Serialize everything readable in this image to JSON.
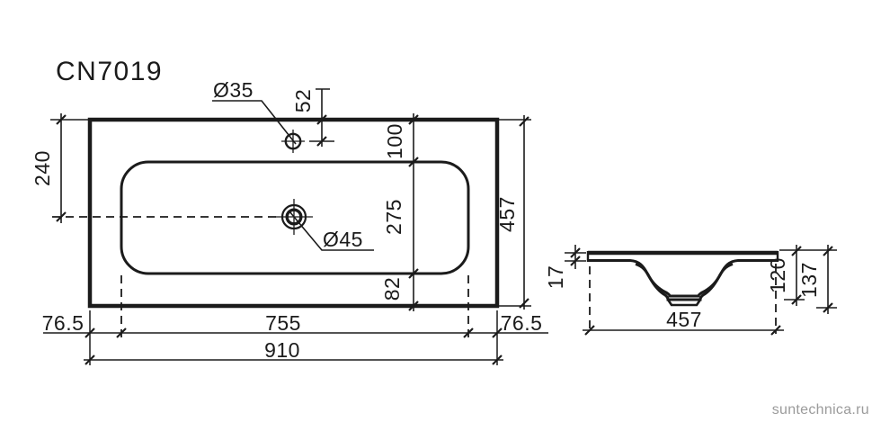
{
  "title": "CN7019",
  "watermark": "suntechnica.ru",
  "colors": {
    "line": "#1b1b1b",
    "background": "#ffffff",
    "watermark": "#9b9b9b"
  },
  "top_view": {
    "faucet_hole_label": "Ø35",
    "drain_hole_label": "Ø45",
    "dims": {
      "faucet_from_top_edge": "52",
      "drain_center_from_top_edge": "240",
      "top_edge_to_basin": "100",
      "basin_inner_depth": "275",
      "basin_to_bottom_edge": "82",
      "overall_depth": "457",
      "left_margin": "76.5",
      "basin_inner_width": "755",
      "right_margin": "76.5",
      "overall_width": "910"
    }
  },
  "side_view": {
    "dims": {
      "rim_thickness": "17",
      "bowl_depth": "120",
      "overall_height": "137",
      "overall_width": "457"
    }
  }
}
